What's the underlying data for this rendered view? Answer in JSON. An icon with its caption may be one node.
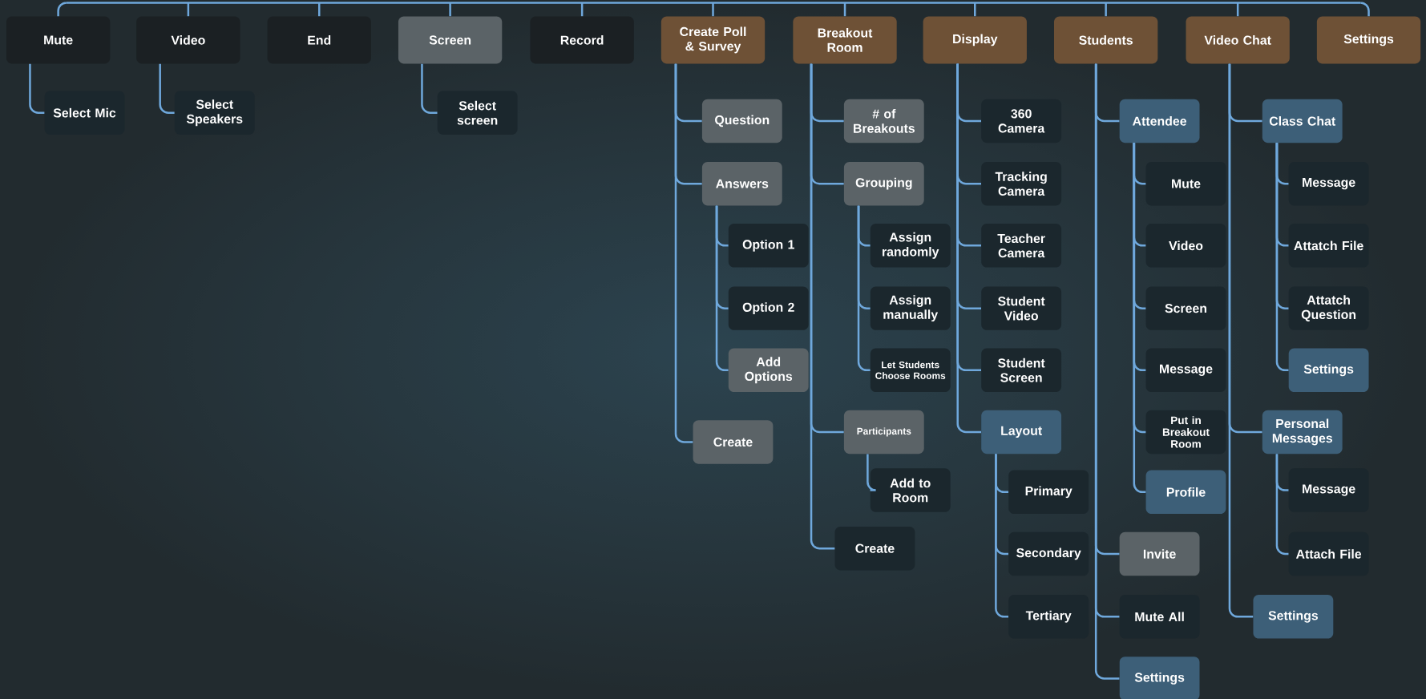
{
  "diagram": {
    "nodes": [
      {
        "text": [
          "Mute"
        ]
      },
      {
        "text": [
          "Select Mic"
        ]
      },
      {
        "text": [
          "Video"
        ]
      },
      {
        "text": [
          "Select Speakers"
        ]
      },
      {
        "text": [
          "End"
        ]
      },
      {
        "text": [
          "Screen"
        ]
      },
      {
        "text": [
          "Select screen"
        ]
      },
      {
        "text": [
          "Record"
        ]
      },
      {
        "text": [
          "Create Poll & Survey"
        ]
      },
      {
        "text": [
          "Question"
        ]
      },
      {
        "text": [
          "Answers"
        ]
      },
      {
        "text": [
          "Option 1"
        ]
      },
      {
        "text": [
          "Option 2"
        ]
      },
      {
        "text": [
          "Add Options"
        ]
      },
      {
        "text": [
          "Create"
        ]
      },
      {
        "text": [
          "Breakout Room"
        ]
      },
      {
        "text": [
          "# of Breakouts"
        ]
      },
      {
        "text": [
          "Grouping"
        ]
      },
      {
        "text": [
          "Assign randomly"
        ]
      },
      {
        "text": [
          "Assign manually"
        ]
      },
      {
        "text": [
          "Let Students Choose Rooms"
        ]
      },
      {
        "text": [
          "Participants"
        ]
      },
      {
        "text": [
          "Add to Room"
        ]
      },
      {
        "text": [
          "Create"
        ]
      },
      {
        "text": [
          "Display"
        ]
      },
      {
        "text": [
          "360 Camera"
        ]
      },
      {
        "text": [
          "Tracking Camera"
        ]
      },
      {
        "text": [
          "Teacher Camera"
        ]
      },
      {
        "text": [
          "Student Video"
        ]
      },
      {
        "text": [
          "Student Screen"
        ]
      },
      {
        "text": [
          "Layout"
        ]
      },
      {
        "text": [
          "Primary"
        ]
      },
      {
        "text": [
          "Secondary"
        ]
      },
      {
        "text": [
          "Tertiary"
        ]
      },
      {
        "text": [
          "Students"
        ]
      },
      {
        "text": [
          "Attendee"
        ]
      },
      {
        "text": [
          "Mute"
        ]
      },
      {
        "text": [
          "Video"
        ]
      },
      {
        "text": [
          "Screen"
        ]
      },
      {
        "text": [
          "Message"
        ]
      },
      {
        "text": [
          "Put in Breakout Room"
        ]
      },
      {
        "text": [
          "Profile"
        ]
      },
      {
        "text": [
          "Invite"
        ]
      },
      {
        "text": [
          "Mute All"
        ]
      },
      {
        "text": [
          "Settings"
        ]
      },
      {
        "text": [
          "Video Chat"
        ]
      },
      {
        "text": [
          "Class Chat"
        ]
      },
      {
        "text": [
          "Message"
        ]
      },
      {
        "text": [
          "Attatch File"
        ]
      },
      {
        "text": [
          "Attatch Question"
        ]
      },
      {
        "text": [
          "Settings"
        ]
      },
      {
        "text": [
          "Personal Messages"
        ]
      },
      {
        "text": [
          "Message"
        ]
      },
      {
        "text": [
          "Attach File"
        ]
      },
      {
        "text": [
          "Settings"
        ]
      },
      {
        "text": [
          "Settings"
        ]
      },
      {
        "text": [],
        "shape": "bar"
      }
    ],
    "edges": [
      {
        "from": 56,
        "to": 0,
        "arrow": "none"
      },
      {
        "from": 56,
        "to": 2,
        "arrow": "none"
      },
      {
        "from": 56,
        "to": 4,
        "arrow": "none"
      },
      {
        "from": 56,
        "to": 5,
        "arrow": "none"
      },
      {
        "from": 56,
        "to": 7,
        "arrow": "none"
      },
      {
        "from": 56,
        "to": 8,
        "arrow": "none"
      },
      {
        "from": 56,
        "to": 15,
        "arrow": "none"
      },
      {
        "from": 56,
        "to": 24,
        "arrow": "none"
      },
      {
        "from": 56,
        "to": 34,
        "arrow": "none"
      },
      {
        "from": 56,
        "to": 45,
        "arrow": "none"
      },
      {
        "from": 56,
        "to": 55,
        "arrow": "none"
      },
      {
        "from": 0,
        "to": 1,
        "arrow": "none"
      },
      {
        "from": 2,
        "to": 3,
        "arrow": "none"
      },
      {
        "from": 5,
        "to": 6,
        "arrow": "none"
      },
      {
        "from": 8,
        "to": 9,
        "arrow": "none"
      },
      {
        "from": 8,
        "to": 10,
        "arrow": "none"
      },
      {
        "from": 10,
        "to": 11,
        "arrow": "none"
      },
      {
        "from": 10,
        "to": 12,
        "arrow": "none"
      },
      {
        "from": 10,
        "to": 13,
        "arrow": "none"
      },
      {
        "from": 8,
        "to": 14,
        "arrow": "none"
      },
      {
        "from": 15,
        "to": 16,
        "arrow": "none"
      },
      {
        "from": 15,
        "to": 17,
        "arrow": "none"
      },
      {
        "from": 17,
        "to": 18,
        "arrow": "none"
      },
      {
        "from": 17,
        "to": 19,
        "arrow": "none"
      },
      {
        "from": 17,
        "to": 20,
        "arrow": "none"
      },
      {
        "from": 15,
        "to": 21,
        "arrow": "none"
      },
      {
        "from": 21,
        "to": 22,
        "arrow": "none"
      },
      {
        "from": 15,
        "to": 23,
        "arrow": "none"
      },
      {
        "from": 24,
        "to": 25,
        "arrow": "none"
      },
      {
        "from": 24,
        "to": 26,
        "arrow": "none"
      },
      {
        "from": 24,
        "to": 27,
        "arrow": "none"
      },
      {
        "from": 24,
        "to": 28,
        "arrow": "none"
      },
      {
        "from": 24,
        "to": 29,
        "arrow": "none"
      },
      {
        "from": 24,
        "to": 30,
        "arrow": "none"
      },
      {
        "from": 30,
        "to": 31,
        "arrow": "none"
      },
      {
        "from": 30,
        "to": 32,
        "arrow": "none"
      },
      {
        "from": 30,
        "to": 33,
        "arrow": "none"
      },
      {
        "from": 34,
        "to": 35,
        "arrow": "none"
      },
      {
        "from": 35,
        "to": 36,
        "arrow": "none"
      },
      {
        "from": 35,
        "to": 37,
        "arrow": "none"
      },
      {
        "from": 35,
        "to": 38,
        "arrow": "none"
      },
      {
        "from": 35,
        "to": 39,
        "arrow": "none"
      },
      {
        "from": 35,
        "to": 40,
        "arrow": "none"
      },
      {
        "from": 35,
        "to": 41,
        "arrow": "none"
      },
      {
        "from": 34,
        "to": 42,
        "arrow": "none"
      },
      {
        "from": 34,
        "to": 43,
        "arrow": "none"
      },
      {
        "from": 34,
        "to": 44,
        "arrow": "none"
      },
      {
        "from": 45,
        "to": 46,
        "arrow": "none"
      },
      {
        "from": 46,
        "to": 47,
        "arrow": "none"
      },
      {
        "from": 46,
        "to": 48,
        "arrow": "none"
      },
      {
        "from": 46,
        "to": 49,
        "arrow": "none"
      },
      {
        "from": 46,
        "to": 50,
        "arrow": "none"
      },
      {
        "from": 45,
        "to": 51,
        "arrow": "none"
      },
      {
        "from": 51,
        "to": 52,
        "arrow": "none"
      },
      {
        "from": 51,
        "to": 53,
        "arrow": "none"
      },
      {
        "from": 45,
        "to": 54,
        "arrow": "none"
      }
    ]
  }
}
